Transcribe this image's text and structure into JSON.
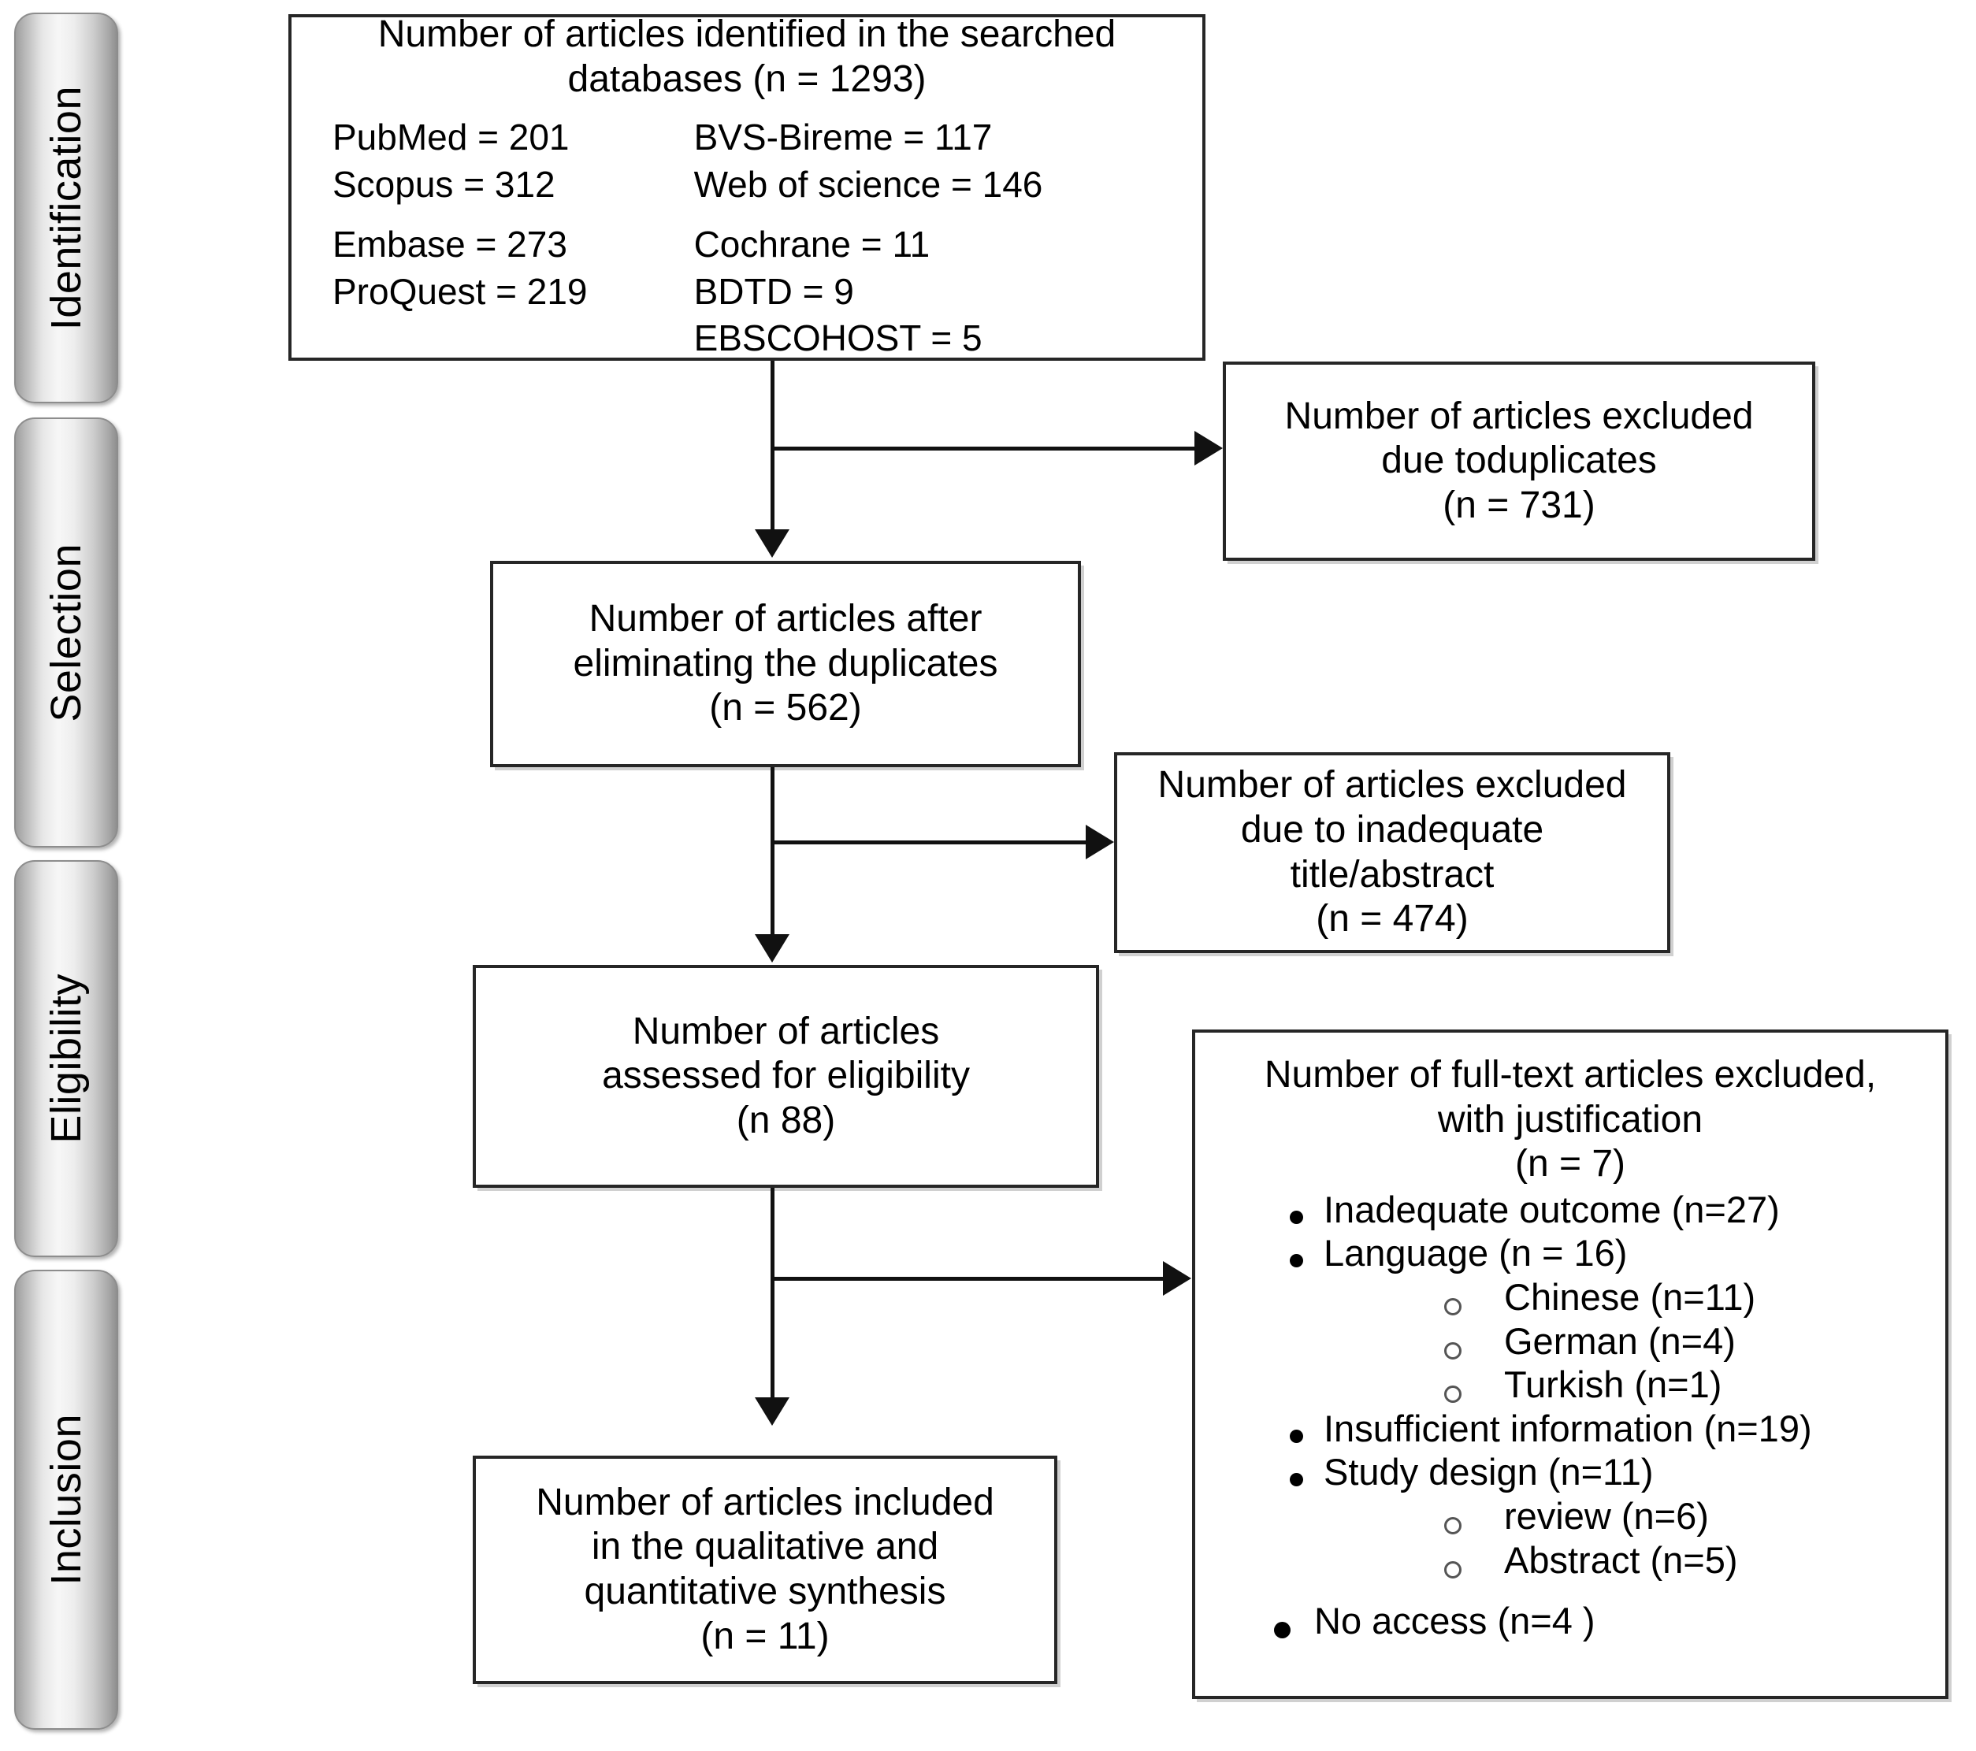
{
  "diagram": {
    "type": "prisma-flow-diagram",
    "stages": [
      {
        "id": "identification",
        "label": "Identification"
      },
      {
        "id": "selection",
        "label": "Selection"
      },
      {
        "id": "eligibility",
        "label": "Eligibility"
      },
      {
        "id": "inclusion",
        "label": "Inclusion"
      }
    ],
    "boxes": {
      "identified": {
        "title_line1": "Number of articles identified in the searched",
        "title_line2": "databases (n = 1293)",
        "databases_left": [
          "PubMed = 201",
          "Scopus = 312",
          "Embase = 273",
          "ProQuest = 219"
        ],
        "databases_right": [
          "BVS-Bireme = 117",
          "Web of science = 146",
          "Cochrane = 11",
          "BDTD = 9",
          "EBSCOHOST = 5"
        ]
      },
      "excluded_duplicates": {
        "line1": "Number of articles excluded",
        "line2": "due toduplicates",
        "line3": "(n = 731)"
      },
      "after_duplicates": {
        "line1": "Number of articles after",
        "line2": "eliminating the duplicates",
        "line3": "(n = 562)"
      },
      "excluded_title_abstract": {
        "line1": "Number of articles excluded",
        "line2": "due to inadequate",
        "line3": "title/abstract",
        "line4": "(n = 474)"
      },
      "assessed_eligibility": {
        "line1": "Number of articles",
        "line2": "assessed for eligibility",
        "line3": "(n 88)"
      },
      "fulltext_excluded": {
        "line1": "Number of full-text articles excluded,",
        "line2": "with justification",
        "line3": "(n = 7)",
        "reasons": [
          {
            "level": 1,
            "label": "Inadequate outcome (n=27)"
          },
          {
            "level": 1,
            "label": "Language (n = 16)"
          },
          {
            "level": 2,
            "label": "Chinese (n=11)"
          },
          {
            "level": 2,
            "label": "German (n=4)"
          },
          {
            "level": 2,
            "label": "Turkish (n=1)"
          },
          {
            "level": 1,
            "label": "Insufficient information (n=19)"
          },
          {
            "level": 1,
            "label": "Study design (n=11)"
          },
          {
            "level": 2,
            "label": "review (n=6)"
          },
          {
            "level": 2,
            "label": "Abstract (n=5)"
          },
          {
            "level": 1,
            "label": "No access (n=4 )"
          }
        ]
      },
      "included": {
        "line1": "Number of articles included",
        "line2": "in the qualitative and",
        "line3": "quantitative synthesis",
        "line4": "(n = 11)"
      }
    },
    "colors": {
      "box_border": "#262626",
      "connector": "#111111",
      "pill_border": "#8d8d8d",
      "background": "#ffffff"
    }
  }
}
